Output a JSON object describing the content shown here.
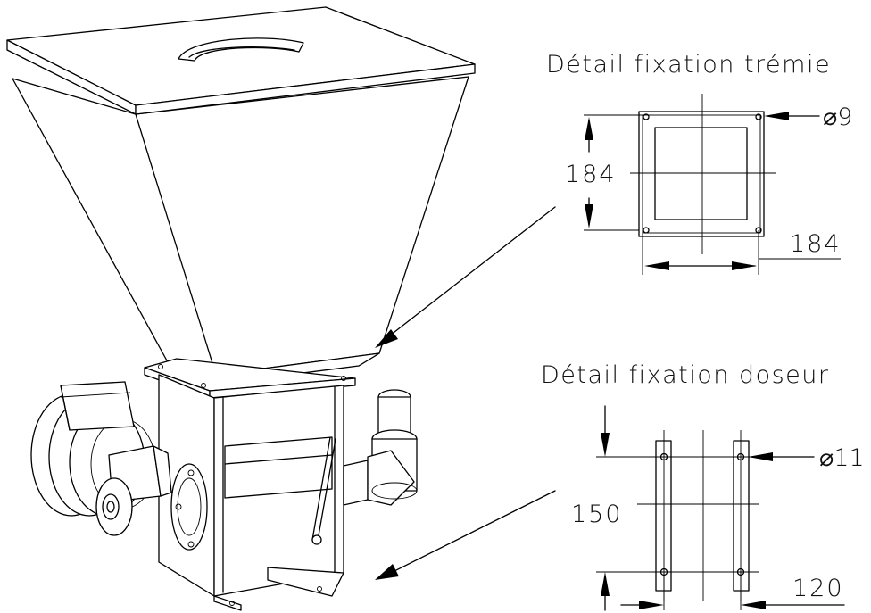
{
  "detail_hopper": {
    "title": "Détail fixation trémie",
    "dim_vertical": "184",
    "dim_horizontal": "184",
    "hole_diameter": "⌀9"
  },
  "detail_doser": {
    "title": "Détail fixation doseur",
    "dim_vertical": "150",
    "dim_horizontal": "120",
    "hole_diameter": "⌀11"
  }
}
